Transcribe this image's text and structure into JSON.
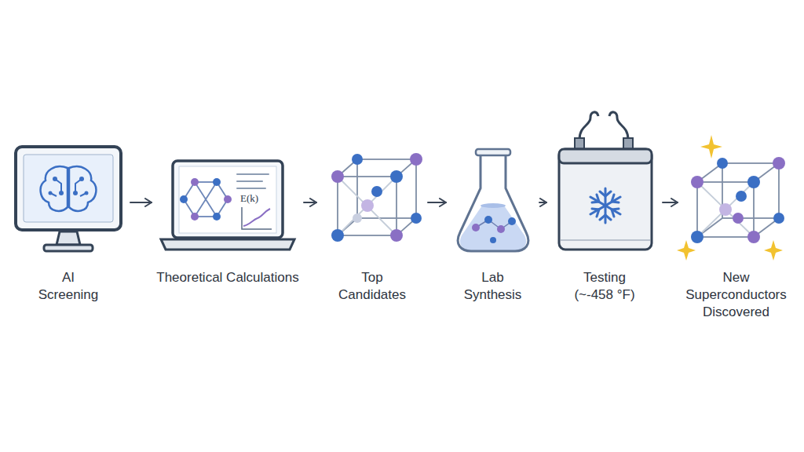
{
  "diagram": {
    "nodes": [
      {
        "text": [
          "AI Screening"
        ]
      },
      {
        "text": [
          "Theoretical Calculations"
        ]
      },
      {
        "text": [
          "Top Candidates"
        ]
      },
      {
        "text": [
          "Lab Synthesis"
        ]
      },
      {
        "text": [
          "Testing (~-458 °F)"
        ]
      },
      {
        "text": [
          "New Superconductors Discovered"
        ]
      }
    ],
    "edges": [
      {
        "from": 0,
        "to": 1,
        "arrow": "to"
      },
      {
        "from": 1,
        "to": 2,
        "arrow": "to"
      },
      {
        "from": 2,
        "to": 3,
        "arrow": "to"
      },
      {
        "from": 3,
        "to": 4,
        "arrow": "to"
      },
      {
        "from": 4,
        "to": 5,
        "arrow": "to"
      }
    ],
    "labels": [
      "E(k)"
    ]
  }
}
